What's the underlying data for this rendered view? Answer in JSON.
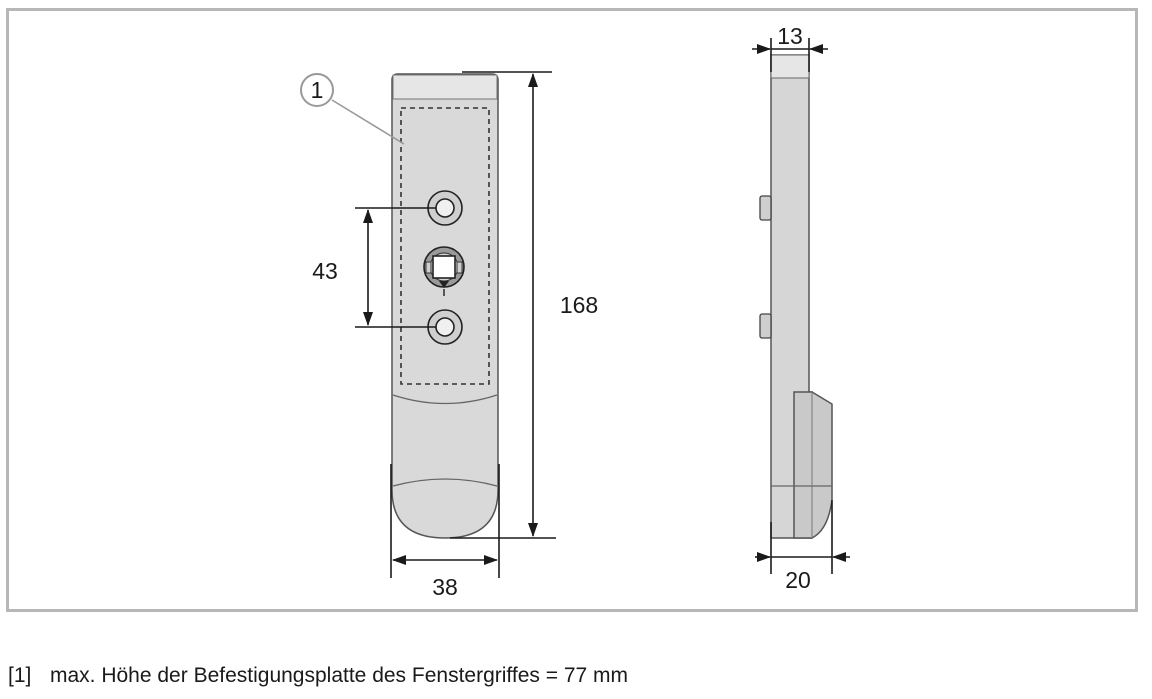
{
  "drawing": {
    "callout_number": "1",
    "dimensions": {
      "hole_spacing": "43",
      "total_height": "168",
      "front_width": "38",
      "side_top_depth": "13",
      "side_bottom_depth": "20"
    }
  },
  "legend": {
    "items": [
      {
        "number": "[1]",
        "text": "max. Höhe der Befestigungsplatte des Fenstergriffes = 77 mm"
      }
    ]
  }
}
